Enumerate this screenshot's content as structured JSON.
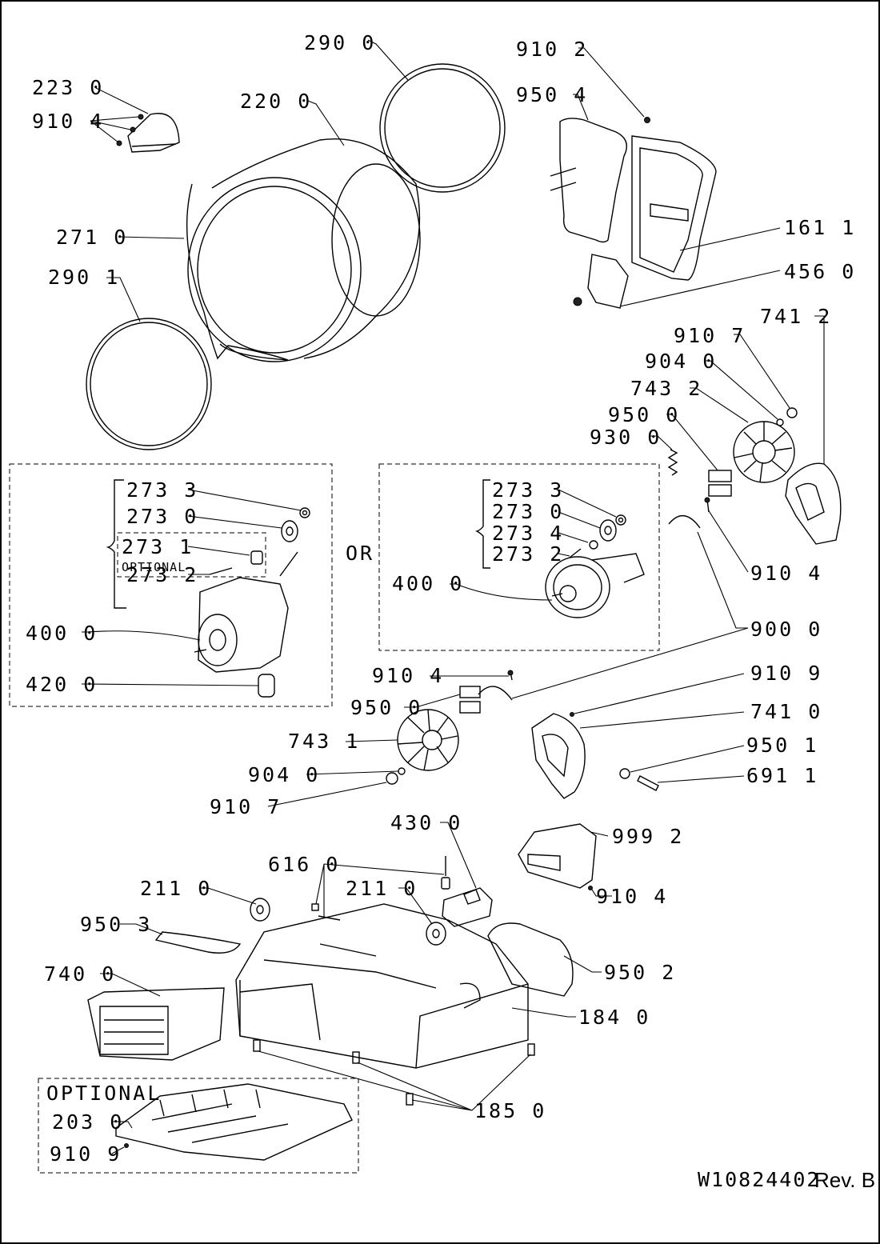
{
  "labels": {
    "p290_0": "290 0",
    "p223_0": "223 0",
    "p910_4_a": "910 4",
    "p220_0": "220 0",
    "p271_0": "271 0",
    "p290_1": "290 1",
    "p910_2": "910 2",
    "p950_4": "950 4",
    "p161_1": "161 1",
    "p456_0": "456 0",
    "p741_2": "741 2",
    "p910_7_a": "910 7",
    "p904_0_a": "904 0",
    "p743_2": "743 2",
    "p950_0_a": "950 0",
    "p930_0": "930 0",
    "p273_3_a": "273 3",
    "p273_0_a": "273 0",
    "p273_1": "273 1",
    "p273_2_a": "273 2",
    "p400_0_a": "400 0",
    "p420_0": "420 0",
    "or": "OR",
    "p273_3_b": "273 3",
    "p273_0_b": "273 0",
    "p273_4": "273 4",
    "p273_2_b": "273 2",
    "p400_0_b": "400 0",
    "p910_4_b": "910 4",
    "p900_0": "900 0",
    "p910_4_c": "910 4",
    "p950_0_b": "950 0",
    "p910_9_a": "910 9",
    "p741_0": "741 0",
    "p743_1": "743 1",
    "p950_1": "950 1",
    "p904_0_b": "904 0",
    "p691_1": "691 1",
    "p910_7_b": "910 7",
    "p430_0": "430 0",
    "p999_2": "999 2",
    "p616_0": "616 0",
    "p211_0_a": "211 0",
    "p211_0_b": "211 0",
    "p910_4_d": "910 4",
    "p950_3": "950 3",
    "p950_2": "950 2",
    "p740_0": "740 0",
    "p184_0": "184 0",
    "optional_big": "OPTIONAL",
    "p203_0": "203 0",
    "p185_0": "185 0",
    "p910_9_b": "910 9"
  },
  "optional_small": "OPTIONAL",
  "doc_id": "W10824402",
  "revision": "Rev. B"
}
